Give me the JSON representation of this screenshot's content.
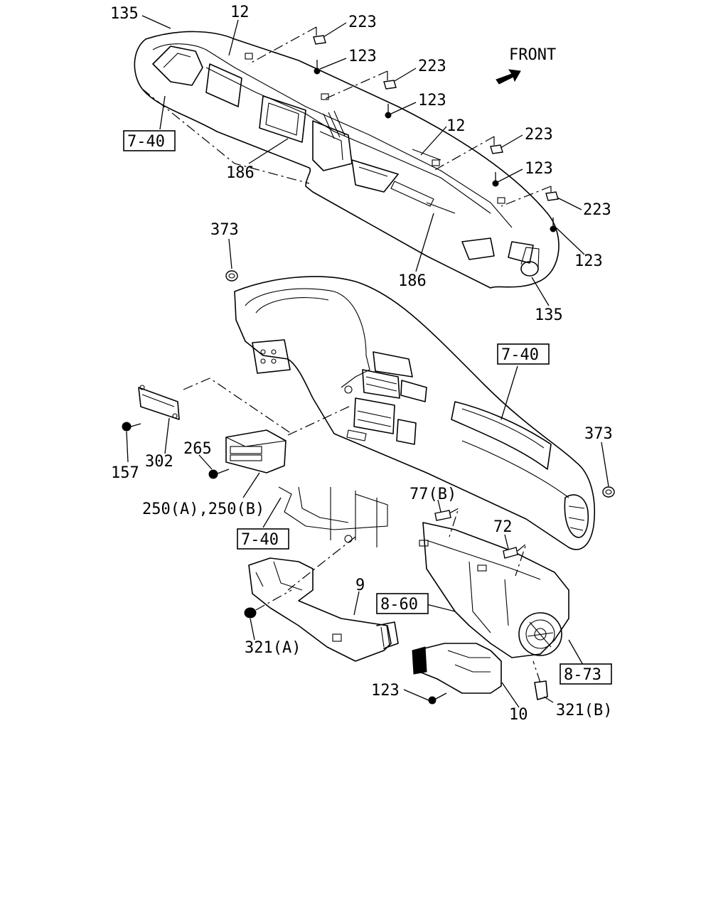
{
  "front_label": "FRONT",
  "labels": [
    {
      "id": "l135a",
      "text": "135"
    },
    {
      "id": "l12a",
      "text": "12"
    },
    {
      "id": "l223a",
      "text": "223"
    },
    {
      "id": "l123a",
      "text": "123"
    },
    {
      "id": "l223b",
      "text": "223"
    },
    {
      "id": "l123b",
      "text": "123"
    },
    {
      "id": "l12b",
      "text": "12"
    },
    {
      "id": "l223c",
      "text": "223"
    },
    {
      "id": "l123c",
      "text": "123"
    },
    {
      "id": "l223d",
      "text": "223"
    },
    {
      "id": "l123d",
      "text": "123"
    },
    {
      "id": "l186a",
      "text": "186"
    },
    {
      "id": "l186b",
      "text": "186"
    },
    {
      "id": "l135b",
      "text": "135"
    },
    {
      "id": "l373a",
      "text": "373"
    },
    {
      "id": "l373b",
      "text": "373"
    },
    {
      "id": "l157",
      "text": "157"
    },
    {
      "id": "l302",
      "text": "302"
    },
    {
      "id": "l265",
      "text": "265"
    },
    {
      "id": "l250",
      "text": "250(A),250(B)"
    },
    {
      "id": "l77b",
      "text": "77(B)"
    },
    {
      "id": "l72",
      "text": "72"
    },
    {
      "id": "l9",
      "text": "9"
    },
    {
      "id": "l321a",
      "text": "321(A)"
    },
    {
      "id": "l123e",
      "text": "123"
    },
    {
      "id": "l10",
      "text": "10"
    },
    {
      "id": "l321b",
      "text": "321(B)"
    }
  ],
  "reference_boxes": [
    {
      "id": "r740a",
      "text": "7-40"
    },
    {
      "id": "r740b",
      "text": "7-40"
    },
    {
      "id": "r740c",
      "text": "7-40"
    },
    {
      "id": "r860",
      "text": "8-60"
    },
    {
      "id": "r873",
      "text": "8-73"
    }
  ]
}
